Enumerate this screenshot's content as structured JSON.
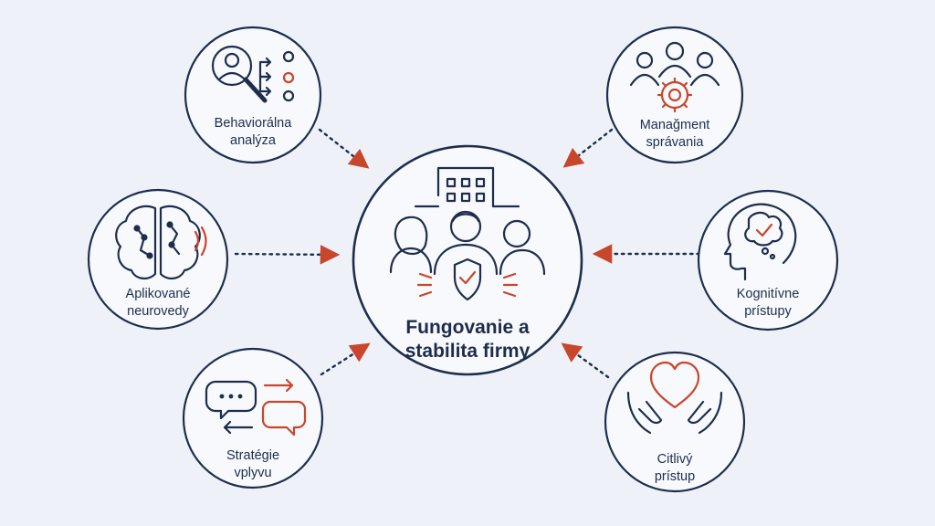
{
  "colors": {
    "navy": "#1f2d4d",
    "accent": "#c8462b",
    "background": "#eef2f8",
    "circle_fill": "#f7f9fc"
  },
  "center": {
    "title": "Fungovanie a\nstabilita firmy",
    "icon": "team-building-shield-icon"
  },
  "nodes": [
    {
      "id": "behavioral",
      "label": "Behaviorálna\nanalýza",
      "icon": "person-magnifier-flow-icon"
    },
    {
      "id": "management",
      "label": "Manağment\nsprávania",
      "icon": "team-gear-icon"
    },
    {
      "id": "neuro",
      "label": "Aplikované\nneurovedy",
      "icon": "brain-signal-icon"
    },
    {
      "id": "cognitive",
      "label": "Kognitívne\nprístupy",
      "icon": "head-check-thought-icon"
    },
    {
      "id": "influence",
      "label": "Stratégie\nvplyvu",
      "icon": "speech-bubbles-arrows-icon"
    },
    {
      "id": "sensitive",
      "label": "Citlivý\nprístup",
      "icon": "hands-heart-icon"
    }
  ]
}
